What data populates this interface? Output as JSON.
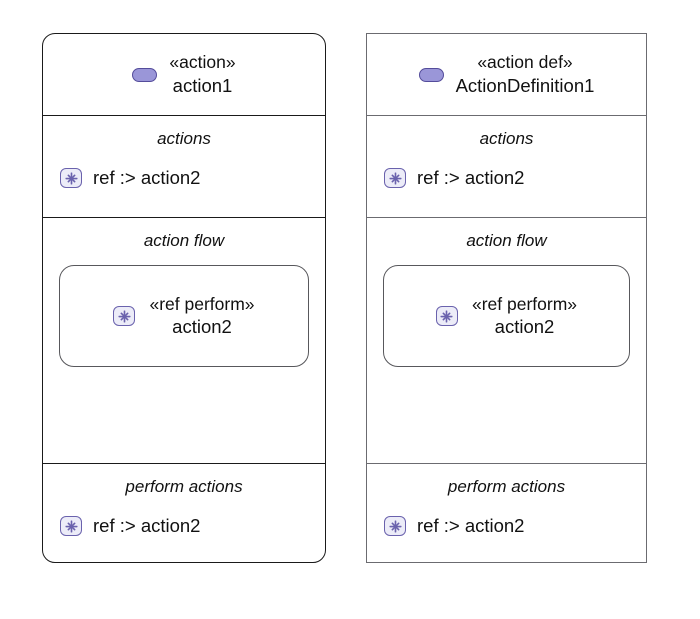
{
  "diagram": {
    "background_color": "#ffffff",
    "panels": [
      {
        "id": "action-usage",
        "border_color": "#1a1a1a",
        "corner_style": "rounded",
        "header": {
          "icon": "action-pill-icon",
          "stereotype": "«action»",
          "name": "action1"
        },
        "compartments": [
          {
            "id": "actions",
            "label": "actions",
            "features": [
              {
                "icon": "ref-asterisk-icon",
                "text": "ref :> action2"
              }
            ]
          },
          {
            "id": "action-flow",
            "label": "action flow",
            "nested": {
              "icon": "ref-asterisk-icon",
              "stereotype": "«ref perform»",
              "name": "action2"
            }
          },
          {
            "id": "perform-actions",
            "label": "perform actions",
            "features": [
              {
                "icon": "ref-asterisk-icon",
                "text": "ref :> action2"
              }
            ]
          }
        ]
      },
      {
        "id": "action-definition",
        "border_color": "#6b6b70",
        "corner_style": "square",
        "header": {
          "icon": "action-pill-icon",
          "stereotype": "«action def»",
          "name": "ActionDefinition1"
        },
        "compartments": [
          {
            "id": "actions",
            "label": "actions",
            "features": [
              {
                "icon": "ref-asterisk-icon",
                "text": "ref :> action2"
              }
            ]
          },
          {
            "id": "action-flow",
            "label": "action flow",
            "nested": {
              "icon": "ref-asterisk-icon",
              "stereotype": "«ref perform»",
              "name": "action2"
            }
          },
          {
            "id": "perform-actions",
            "label": "perform actions",
            "features": [
              {
                "icon": "ref-asterisk-icon",
                "text": "ref :> action2"
              }
            ]
          }
        ]
      }
    ],
    "colors": {
      "icon_pill_fill": "#9a96d8",
      "icon_pill_border": "#544c9b",
      "icon_ref_fill": "#ececf8",
      "icon_ref_border": "#6a62ad",
      "icon_ref_glyph": "#6a62ad",
      "text": "#111111"
    }
  }
}
